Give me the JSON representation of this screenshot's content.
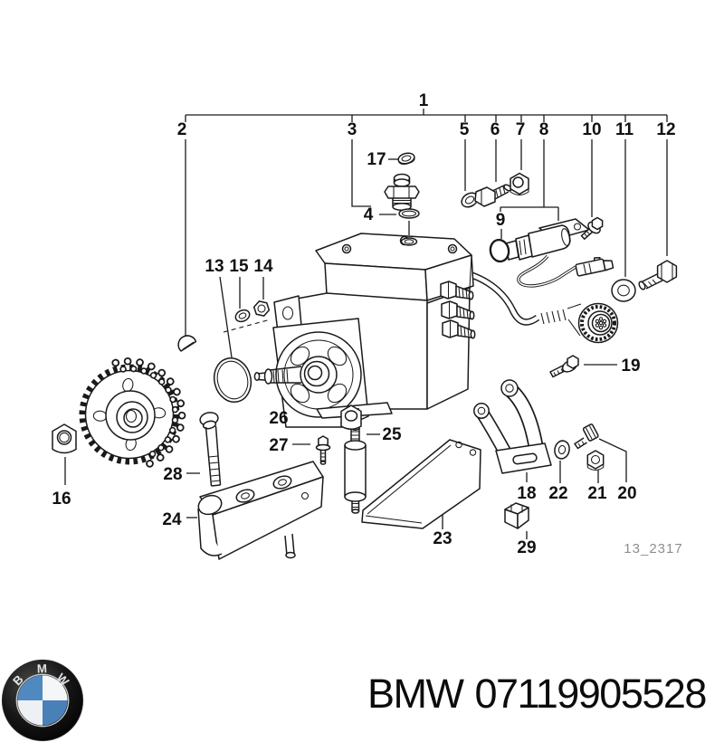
{
  "diagram": {
    "drawing_code": "13_2317",
    "callout_labels": [
      "1",
      "2",
      "3",
      "4",
      "5",
      "6",
      "7",
      "8",
      "9",
      "10",
      "11",
      "12",
      "13",
      "14",
      "15",
      "16",
      "17",
      "18",
      "19",
      "20",
      "21",
      "22",
      "23",
      "24",
      "25",
      "26",
      "27",
      "28",
      "29"
    ]
  },
  "footer": {
    "brand": "BMW",
    "part_number": "07119905528",
    "logo_letters": [
      "B",
      "M",
      "W"
    ]
  },
  "colors": {
    "line": "#1a1a1a",
    "code_gray": "#8e8e8e",
    "logo_blue": "#5089c0",
    "logo_ring": "#0a0a0a"
  }
}
